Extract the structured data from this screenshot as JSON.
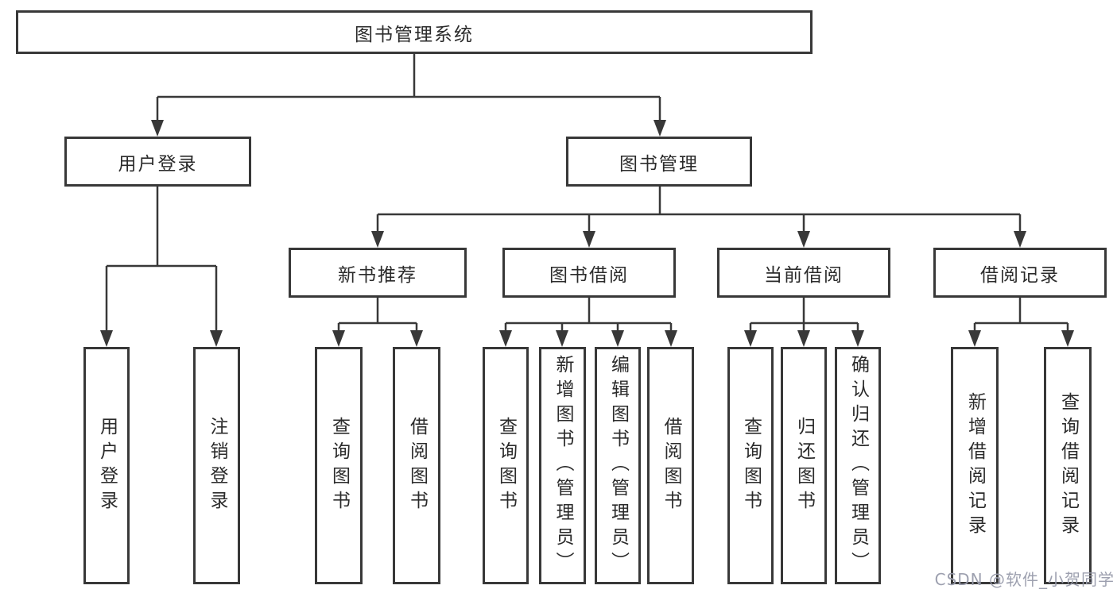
{
  "diagram_type": "hierarchy-tree",
  "colors": {
    "line": "#383838",
    "box_border": "#383838",
    "text": "#2b2b2b",
    "background": "#ffffff",
    "watermark": "#989bab"
  },
  "tree": {
    "root": {
      "label": "图书管理系统"
    },
    "branches": [
      {
        "label": "用户登录",
        "children": [
          {
            "label": "用户登录"
          },
          {
            "label": "注销登录"
          }
        ]
      },
      {
        "label": "图书管理",
        "children": [
          {
            "label": "新书推荐",
            "children": [
              {
                "label": "查询图书"
              },
              {
                "label": "借阅图书"
              }
            ]
          },
          {
            "label": "图书借阅",
            "children": [
              {
                "label": "查询图书"
              },
              {
                "label": "新增图书（管理员）"
              },
              {
                "label": "编辑图书（管理员）"
              },
              {
                "label": "借阅图书"
              }
            ]
          },
          {
            "label": "当前借阅",
            "children": [
              {
                "label": "查询图书"
              },
              {
                "label": "归还图书"
              },
              {
                "label": "确认归还（管理员）"
              }
            ]
          },
          {
            "label": "借阅记录",
            "children": [
              {
                "label": "新增借阅记录"
              },
              {
                "label": "查询借阅记录"
              }
            ]
          }
        ]
      }
    ]
  },
  "watermark": {
    "text": "CSDN @软件_小贺同学"
  }
}
